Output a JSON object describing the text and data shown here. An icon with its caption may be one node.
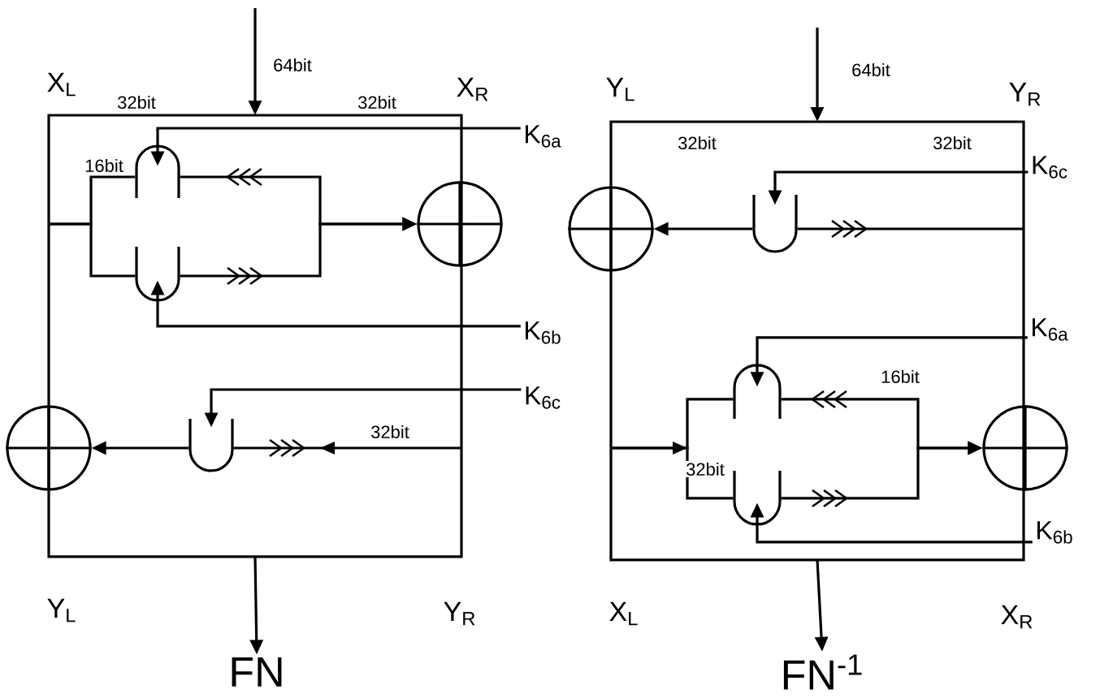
{
  "diagram": {
    "nodes": [
      {
        "text": [],
        "shape": "cup"
      },
      {
        "text": [],
        "shape": "cup"
      },
      {
        "text": [],
        "shape": "circle"
      },
      {
        "text": [],
        "shape": "cup"
      },
      {
        "text": [],
        "shape": "circle"
      },
      {
        "text": [
          "K$_{6a}$"
        ]
      },
      {
        "text": [
          "K$_{6b}$"
        ]
      },
      {
        "text": [
          "K$_{6c}$"
        ]
      },
      {
        "text": [
          "FN"
        ]
      },
      {
        "text": [],
        "shape": "cup"
      },
      {
        "text": [],
        "shape": "circle"
      },
      {
        "text": [],
        "shape": "cup"
      },
      {
        "text": [],
        "shape": "cup"
      },
      {
        "text": [],
        "shape": "circle"
      },
      {
        "text": [
          "K$_{6c}$"
        ]
      },
      {
        "text": [
          "K$_{6a}$"
        ]
      },
      {
        "text": [
          "K$_{6b}$"
        ]
      },
      {
        "text": [
          "FN$^{-1}$"
        ]
      }
    ],
    "edges": [
      {
        "from": 5,
        "to": 0,
        "arrow": "to"
      },
      {
        "from": null,
        "to": 0,
        "arrow": "none"
      },
      {
        "from": null,
        "to": 1,
        "arrow": "none"
      },
      {
        "from": 6,
        "to": 1,
        "arrow": "to"
      },
      {
        "from": 0,
        "to": 2,
        "arrow": "to"
      },
      {
        "from": 1,
        "to": 2,
        "arrow": "to"
      },
      {
        "from": 7,
        "to": 3,
        "arrow": "to"
      },
      {
        "from": null,
        "to": 3,
        "arrow": "none",
        "label": "32bit"
      },
      {
        "from": 3,
        "to": 4,
        "arrow": "to"
      },
      {
        "from": null,
        "to": 8,
        "arrow": "to"
      },
      {
        "from": 14,
        "to": 9,
        "arrow": "to"
      },
      {
        "from": 9,
        "to": null,
        "arrow": "none"
      },
      {
        "from": 9,
        "to": 10,
        "arrow": "to"
      },
      {
        "from": 15,
        "to": 11,
        "arrow": "to"
      },
      {
        "from": null,
        "to": 11,
        "arrow": "none",
        "label": "32bit"
      },
      {
        "from": null,
        "to": 12,
        "arrow": "none"
      },
      {
        "from": 16,
        "to": 12,
        "arrow": "to"
      },
      {
        "from": 11,
        "to": 13,
        "arrow": "to"
      },
      {
        "from": 12,
        "to": 13,
        "arrow": "to"
      },
      {
        "from": null,
        "to": 17,
        "arrow": "to"
      }
    ],
    "labels": [
      "64bit",
      "X$_{L}$",
      "X$_{R}$",
      "32bit",
      "32bit",
      "16bit",
      "Y$_{L}$",
      "Y$_{R}$",
      "64bit",
      "Y$_{L}$",
      "Y$_{R}$",
      "32bit",
      "32bit",
      "16bit",
      "X$_{L}$",
      "X$_{R}$"
    ]
  }
}
